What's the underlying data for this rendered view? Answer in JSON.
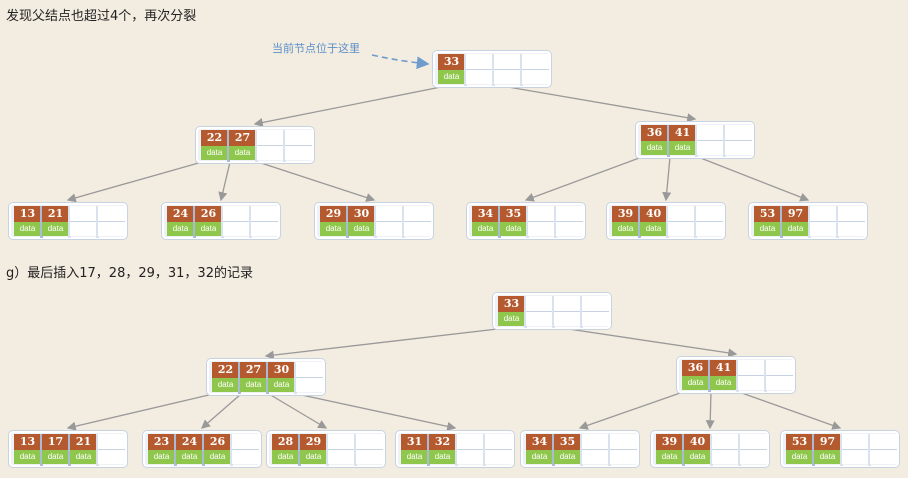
{
  "caption_top": "发现父结点也超过4个，再次分裂",
  "annotation": "当前节点位于这里",
  "caption_bottom": "g）最后插入17，28，29，31，32的记录",
  "data_label": "data",
  "tree_top": {
    "root": [
      "33"
    ],
    "level1": [
      [
        "22",
        "27"
      ],
      [
        "36",
        "41"
      ]
    ],
    "leaves": [
      [
        "13",
        "21"
      ],
      [
        "24",
        "26"
      ],
      [
        "29",
        "30"
      ],
      [
        "34",
        "35"
      ],
      [
        "39",
        "40"
      ],
      [
        "53",
        "97"
      ]
    ]
  },
  "tree_bottom": {
    "root": [
      "33"
    ],
    "level1": [
      [
        "22",
        "27",
        "30"
      ],
      [
        "36",
        "41"
      ]
    ],
    "leaves": [
      [
        "13",
        "17",
        "21"
      ],
      [
        "23",
        "24",
        "26"
      ],
      [
        "28",
        "29"
      ],
      [
        "31",
        "32"
      ],
      [
        "34",
        "35"
      ],
      [
        "39",
        "40"
      ],
      [
        "53",
        "97"
      ]
    ]
  },
  "colors": {
    "key": "#b55a2f",
    "data": "#8fc74d",
    "edge": "#999999",
    "annotation": "#5b8fc7"
  }
}
